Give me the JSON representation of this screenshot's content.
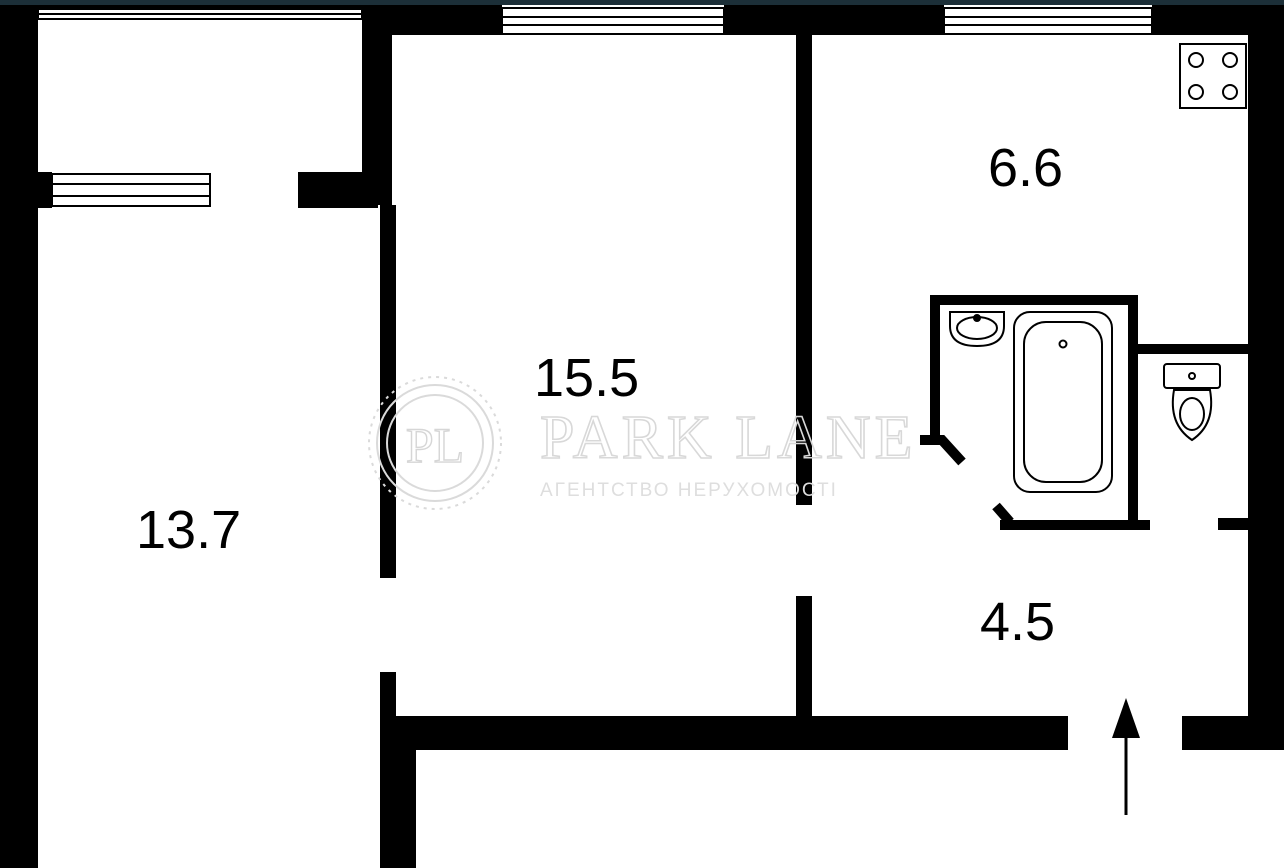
{
  "rooms": [
    {
      "area": "13.7"
    },
    {
      "area": "15.5"
    },
    {
      "area": "6.6"
    },
    {
      "area": "4.5"
    }
  ],
  "watermark": {
    "monogram": "PL",
    "name": "PARK LANE",
    "tagline": "АГЕНТСТВО НЕРУХОМОСТІ"
  },
  "colors": {
    "wall": "#000000",
    "background": "#ffffff",
    "frame_top": "#1c2f38",
    "watermark": "#d8d8d8"
  }
}
